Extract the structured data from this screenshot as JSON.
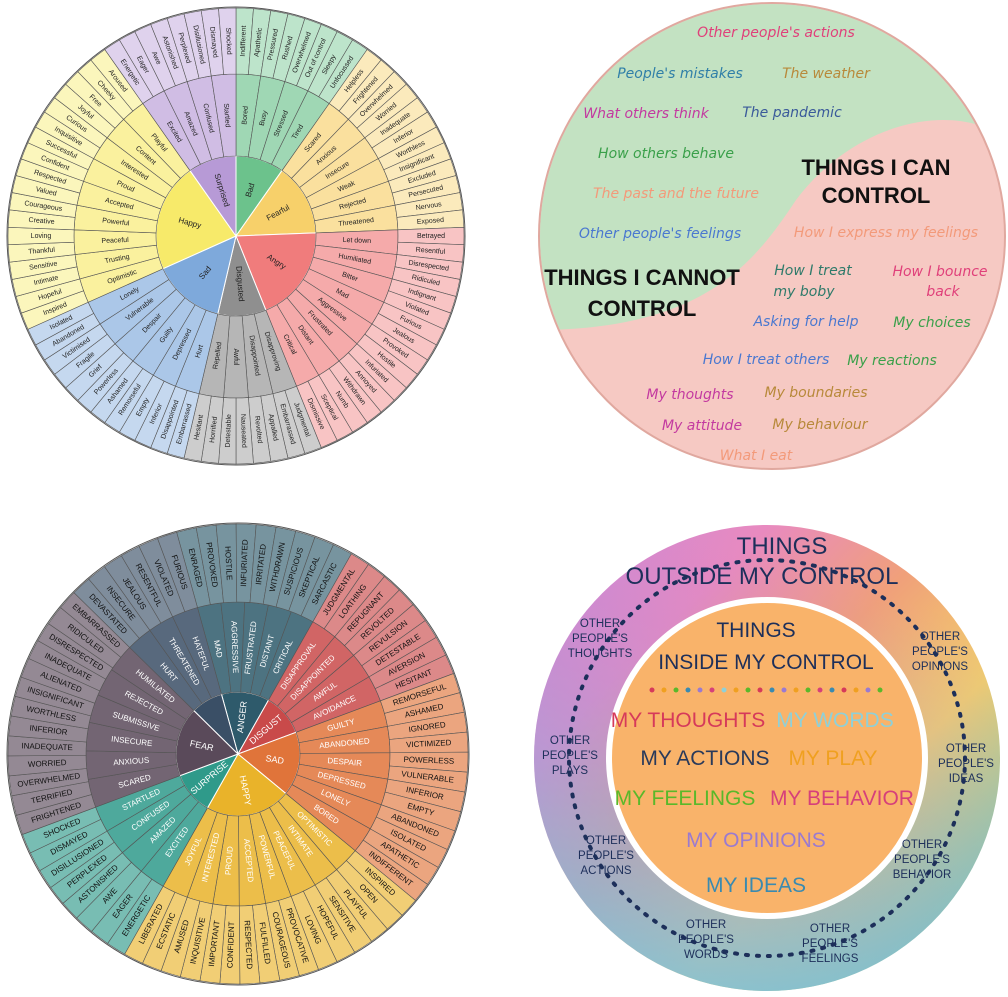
{
  "wheel1": {
    "segments": [
      {
        "core": "Bad",
        "color": "#6cc28c",
        "mids": [
          "Bored",
          "Busy",
          "Stressed",
          "Tired"
        ],
        "outers": [
          "Indifferent",
          "Apathetic",
          "Pressured",
          "Rushed",
          "Overwhelmed",
          "Out of control",
          "Sleepy",
          "Unfocussed"
        ]
      },
      {
        "core": "Fearful",
        "color": "#f7d06a",
        "mids": [
          "Scared",
          "Anxious",
          "Insecure",
          "Weak",
          "Rejected",
          "Threatened"
        ],
        "outers": [
          "Helpless",
          "Frightened",
          "Overwhelmed",
          "Worried",
          "Inadequate",
          "Inferior",
          "Worthless",
          "Insignificant",
          "Excluded",
          "Persecuted",
          "Nervous",
          "Exposed"
        ]
      },
      {
        "core": "Angry",
        "color": "#f07c7c",
        "mids": [
          "Let down",
          "Humiliated",
          "Bitter",
          "Mad",
          "Aggressive",
          "Frustrated",
          "Distant",
          "Critical"
        ],
        "outers": [
          "Betrayed",
          "Resentful",
          "Disrespected",
          "Ridiculed",
          "Indignant",
          "Violated",
          "Furious",
          "Jealous",
          "Provoked",
          "Hostile",
          "Infuriated",
          "Annoyed",
          "Withdrawn",
          "Numb",
          "Sceptical",
          "Dismissive"
        ]
      },
      {
        "core": "Disgusted",
        "color": "#8f8f8f",
        "mids": [
          "Disapproving",
          "Disappointed",
          "Awful",
          "Repelled"
        ],
        "outers": [
          "Judgmental",
          "Embarrassed",
          "Appalled",
          "Revolted",
          "Nauseated",
          "Detestable",
          "Horrified",
          "Hesitant"
        ]
      },
      {
        "core": "Sad",
        "color": "#7ea9db",
        "mids": [
          "Hurt",
          "Depressed",
          "Guilty",
          "Despair",
          "Vulnerable",
          "Lonely"
        ],
        "outers": [
          "Embarrassed",
          "Disappointed",
          "Inferior",
          "Empty",
          "Remorseful",
          "Ashamed",
          "Powerless",
          "Grief",
          "Fragile",
          "Victimised",
          "Abandoned",
          "Isolated"
        ]
      },
      {
        "core": "Happy",
        "color": "#f7ea6a",
        "mids": [
          "Optimistic",
          "Trusting",
          "Peaceful",
          "Powerful",
          "Accepted",
          "Proud",
          "Interested",
          "Content",
          "Playful"
        ],
        "outers": [
          "Inspired",
          "Hopeful",
          "Intimate",
          "Sensitive",
          "Thankful",
          "Loving",
          "Creative",
          "Courageous",
          "Valued",
          "Respected",
          "Confident",
          "Successful",
          "Inquisitive",
          "Curious",
          "Joyful",
          "Free",
          "Cheeky",
          "Aroused"
        ]
      },
      {
        "core": "Surprised",
        "color": "#b79ad6",
        "mids": [
          "Excited",
          "Amazed",
          "Confused",
          "Startled"
        ],
        "outers": [
          "Energetic",
          "Eager",
          "Awe",
          "Astonished",
          "Perplexed",
          "Disillusioned",
          "Dismayed",
          "Shocked"
        ]
      }
    ]
  },
  "control1": {
    "cannot_title": [
      "THINGS I CANNOT",
      "CONTROL"
    ],
    "can_title": [
      "THINGS I CAN",
      "CONTROL"
    ],
    "outside_items": [
      {
        "text": "Other people's actions",
        "color": "#e0407a"
      },
      {
        "text": "People's mistakes",
        "color": "#2f7fa8"
      },
      {
        "text": "The weather",
        "color": "#b8893a"
      },
      {
        "text": "What others think",
        "color": "#c33aa0"
      },
      {
        "text": "The pandemic",
        "color": "#3a5a9a"
      },
      {
        "text": "How others behave",
        "color": "#3aa04a"
      },
      {
        "text": "The past and the future",
        "color": "#f39a7a"
      },
      {
        "text": "Other people's feelings",
        "color": "#4a78d0"
      }
    ],
    "inside_items": [
      {
        "text": "How I express my feelings",
        "color": "#f39a7a"
      },
      {
        "text": "How I treat",
        "color": "#2e7a6a"
      },
      {
        "text": "my boby",
        "color": "#2e7a6a"
      },
      {
        "text": "How I bounce",
        "color": "#e0407a"
      },
      {
        "text": "back",
        "color": "#e0407a"
      },
      {
        "text": "Asking for help",
        "color": "#4a78d0"
      },
      {
        "text": "My choices",
        "color": "#3aa04a"
      },
      {
        "text": "How I treat others",
        "color": "#4a78d0"
      },
      {
        "text": "My reactions",
        "color": "#3aa04a"
      },
      {
        "text": "My thoughts",
        "color": "#c33aa0"
      },
      {
        "text": "My boundaries",
        "color": "#b8893a"
      },
      {
        "text": "My attitude",
        "color": "#c33aa0"
      },
      {
        "text": "My behaviour",
        "color": "#b8893a"
      },
      {
        "text": "What I eat",
        "color": "#f39a7a"
      }
    ]
  },
  "wheel2": {
    "segments": [
      {
        "core": "ANGER",
        "color": "#2e5a6b",
        "mids": [
          "MAD",
          "AGGRESSIVE",
          "FRUSTRATED",
          "DISTANT",
          "CRITICAL"
        ],
        "outers": [
          "ENRAGED",
          "PROVOKED",
          "HOSTILE",
          "INFURIATED",
          "IRRITATED",
          "WITHDRAWN",
          "SUSPICIOUS",
          "SKEPTICAL",
          "SARCASTIC"
        ]
      },
      {
        "core": "DISGUST",
        "color": "#c94a4a",
        "mids": [
          "DISAPPROVAL",
          "DISAPPOINTED",
          "AWFUL",
          "AVOIDANCE"
        ],
        "outers": [
          "JUDGMENTAL",
          "LOATHING",
          "REPUGNANT",
          "REVOLTED",
          "REVULSION",
          "DETESTABLE",
          "AVERSION",
          "HESITANT"
        ]
      },
      {
        "core": "SAD",
        "color": "#e0743a",
        "mids": [
          "GUILTY",
          "ABANDONED",
          "DESPAIR",
          "DEPRESSED",
          "LONELY",
          "BORED"
        ],
        "outers": [
          "REMORSEFUL",
          "ASHAMED",
          "IGNORED",
          "VICTIMIZED",
          "POWERLESS",
          "VULNERABLE",
          "INFERIOR",
          "EMPTY",
          "ABANDONED",
          "ISOLATED",
          "APATHETIC",
          "INDIFFERENT"
        ]
      },
      {
        "core": "HAPPY",
        "color": "#e9b32a",
        "mids": [
          "OPTIMISTIC",
          "INTIMATE",
          "PEACEFUL",
          "POWERFUL",
          "ACCEPTED",
          "PROUD",
          "INTERESTED",
          "JOYFUL"
        ],
        "outers": [
          "INSPIRED",
          "OPEN",
          "PLAYFUL",
          "SENSITIVE",
          "HOPEFUL",
          "LOVING",
          "PROVOCATIVE",
          "COURAGEOUS",
          "FULFILLED",
          "RESPECTED",
          "CONFIDENT",
          "IMPORTANT",
          "INQUISITIVE",
          "AMUSED",
          "ECSTATIC",
          "LIBERATED"
        ]
      },
      {
        "core": "SURPRISE",
        "color": "#2f9a8a",
        "mids": [
          "EXCITED",
          "AMAZED",
          "CONFUSED",
          "STARTLED"
        ],
        "outers": [
          "ENERGETIC",
          "EAGER",
          "AWE",
          "ASTONISHED",
          "PERPLEXED",
          "DISILLUSIONED",
          "DISMAYED",
          "SHOCKED"
        ]
      },
      {
        "core": "FEAR",
        "color": "#5a4a5a",
        "mids": [
          "SCARED",
          "ANXIOUS",
          "INSECURE",
          "SUBMISSIVE",
          "REJECTED",
          "HUMILIATED"
        ],
        "outers": [
          "FRIGHTENED",
          "TERRIFIED",
          "OVERWHELMED",
          "WORRIED",
          "INADEQUATE",
          "INFERIOR",
          "WORTHLESS",
          "INSIGNIFICANT",
          "ALIENATED",
          "INADEQUATE",
          "DISRESPECTED",
          "RIDICULED",
          "EMBARRASSED"
        ]
      },
      {
        "core": "",
        "color": "#3a4f66",
        "mids": [
          "HURT",
          "THREATENED",
          "HATEFUL"
        ],
        "outers": [
          "DEVASTATED",
          "INSECURE",
          "JEALOUS",
          "RESENTFUL",
          "VIOLATED",
          "FURIOUS"
        ]
      }
    ]
  },
  "control2": {
    "outside_title": [
      "THINGS",
      "OUTSIDE MY CONTROL"
    ],
    "inside_title": [
      "THINGS",
      "INSIDE MY CONTROL"
    ],
    "outside_items": [
      [
        "OTHER",
        "PEOPLE'S",
        "THOUGHTS"
      ],
      [
        "OTHER",
        "PEOPLE'S",
        "OPINIONS"
      ],
      [
        "OTHER",
        "PEOPLE'S",
        "PLAYS"
      ],
      [
        "OTHER",
        "PEOPLE'S",
        "IDEAS"
      ],
      [
        "OTHER",
        "PEOPLE'S",
        "ACTIONS"
      ],
      [
        "OTHER",
        "PEOPLE'S",
        "BEHAVIOR"
      ],
      [
        "OTHER",
        "PEOPLE'S",
        "WORDS"
      ],
      [
        "OTHER",
        "PEOPLE'S",
        "FEELINGS"
      ]
    ],
    "inside_items": [
      {
        "text": "MY THOUGHTS",
        "color": "#d63a5a"
      },
      {
        "text": "MY WORDS",
        "color": "#8fd0d8"
      },
      {
        "text": "MY ACTIONS",
        "color": "#2a3a5a"
      },
      {
        "text": "MY PLAY",
        "color": "#f0a020"
      },
      {
        "text": "MY FEELINGS",
        "color": "#5ab82a"
      },
      {
        "text": "MY BEHAVIOR",
        "color": "#d6407a"
      },
      {
        "text": "MY OPINIONS",
        "color": "#9a7ad0"
      },
      {
        "text": "MY IDEAS",
        "color": "#3a8ab0"
      }
    ]
  }
}
